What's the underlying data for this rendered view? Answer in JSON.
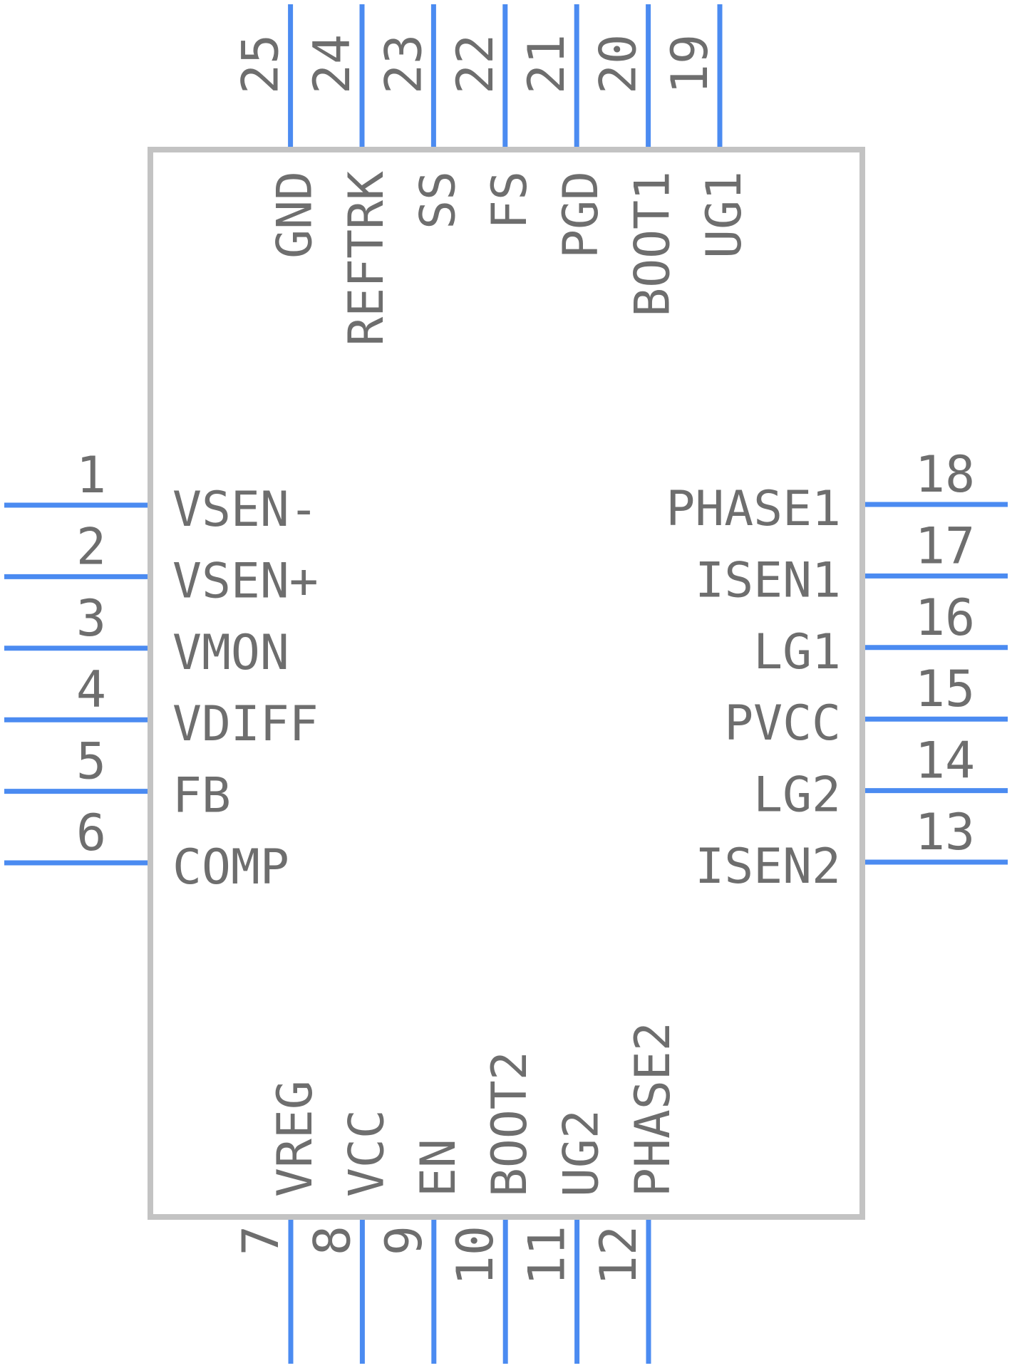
{
  "pins": {
    "left": [
      {
        "num": "1",
        "name": "VSEN-"
      },
      {
        "num": "2",
        "name": "VSEN+"
      },
      {
        "num": "3",
        "name": "VMON"
      },
      {
        "num": "4",
        "name": "VDIFF"
      },
      {
        "num": "5",
        "name": "FB"
      },
      {
        "num": "6",
        "name": "COMP"
      }
    ],
    "bottom": [
      {
        "num": "7",
        "name": "VREG"
      },
      {
        "num": "8",
        "name": "VCC"
      },
      {
        "num": "9",
        "name": "EN"
      },
      {
        "num": "10",
        "name": "BOOT2"
      },
      {
        "num": "11",
        "name": "UG2"
      },
      {
        "num": "12",
        "name": "PHASE2"
      }
    ],
    "right": [
      {
        "num": "13",
        "name": "ISEN2"
      },
      {
        "num": "14",
        "name": "LG2"
      },
      {
        "num": "15",
        "name": "PVCC"
      },
      {
        "num": "16",
        "name": "LG1"
      },
      {
        "num": "17",
        "name": "ISEN1"
      },
      {
        "num": "18",
        "name": "PHASE1"
      }
    ],
    "top": [
      {
        "num": "19",
        "name": "UG1"
      },
      {
        "num": "20",
        "name": "BOOT1"
      },
      {
        "num": "21",
        "name": "PGD"
      },
      {
        "num": "22",
        "name": "FS"
      },
      {
        "num": "23",
        "name": "SS"
      },
      {
        "num": "24",
        "name": "REFTRK"
      },
      {
        "num": "25",
        "name": "GND"
      }
    ]
  },
  "colors": {
    "pin": "#4b8bf1",
    "outline": "#c3c3c3",
    "text": "#6e6e6e"
  }
}
